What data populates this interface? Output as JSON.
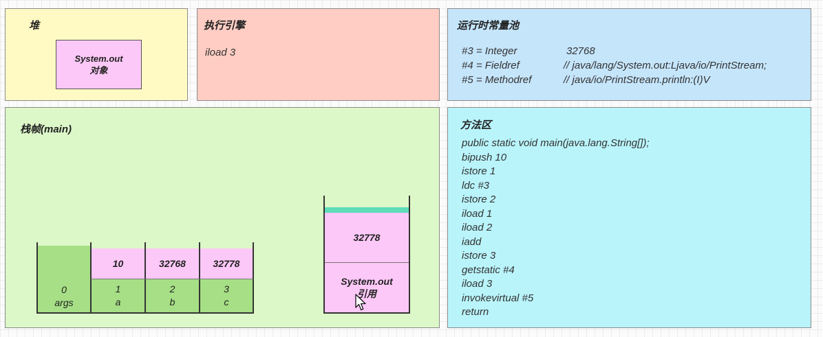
{
  "heap": {
    "title": "堆",
    "object_line1": "System.out",
    "object_line2": "对象"
  },
  "engine": {
    "title": "执行引擎",
    "instruction": "iload 3"
  },
  "constant_pool": {
    "title": "运行时常量池",
    "entries": [
      {
        "index": "#3 = Integer",
        "value": "32768"
      },
      {
        "index": "#4 = Fieldref",
        "value": "// java/lang/System.out:Ljava/io/PrintStream;"
      },
      {
        "index": "#5 = Methodref",
        "value": "// java/io/PrintStream.println:(I)V"
      }
    ]
  },
  "stack_frame": {
    "title": "栈帧(main)",
    "locals": [
      {
        "value": "",
        "slot": "0",
        "name": "args"
      },
      {
        "value": "10",
        "slot": "1",
        "name": "a"
      },
      {
        "value": "32768",
        "slot": "2",
        "name": "b"
      },
      {
        "value": "32778",
        "slot": "3",
        "name": "c"
      }
    ],
    "operand_stack": [
      {
        "line1": "32778",
        "line2": ""
      },
      {
        "line1": "System.out",
        "line2": "引用"
      }
    ]
  },
  "method_area": {
    "title": "方法区",
    "lines": [
      "public static void main(java.lang.String[]);",
      "bipush 10",
      "istore 1",
      "ldc #3",
      "istore 2",
      "iload 1",
      "iload 2",
      "iadd",
      "istore 3",
      "getstatic #4",
      "iload 3",
      "invokevirtual #5",
      "return"
    ]
  },
  "colors": {
    "heap_bg": "#fff9c4",
    "engine_bg": "#ffcdc3",
    "pool_bg": "#c5e5fb",
    "frame_bg": "#dcf8c8",
    "method_bg": "#b9f4fb",
    "pink_cell": "#fcc8f7",
    "green_cell": "#a6df85",
    "stack_top": "#5fdcb8"
  }
}
